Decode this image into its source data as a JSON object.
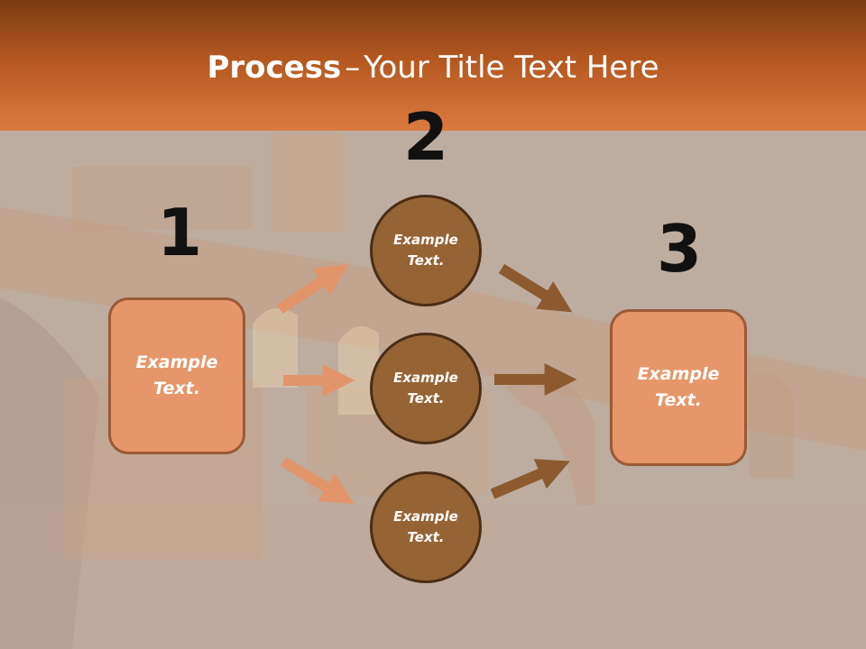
{
  "header": {
    "title_bold": "Process",
    "title_separator": "–",
    "title_rest": "Your Title Text Here"
  },
  "steps": {
    "step1_number": "1",
    "step2_number": "2",
    "step3_number": "3"
  },
  "nodes": {
    "left_box_text": "Example Text.",
    "circle_top_text": "Example Text.",
    "circle_middle_text": "Example Text.",
    "circle_bottom_text": "Example Text.",
    "right_box_text": "Example Text."
  },
  "colors": {
    "header_dark": "#7b3c13",
    "header_light": "#dc7b40",
    "box_fill": "#e6966a",
    "circle_fill": "#966334",
    "arrow_light": "#e2956a",
    "arrow_dark": "#8c5a2e"
  }
}
